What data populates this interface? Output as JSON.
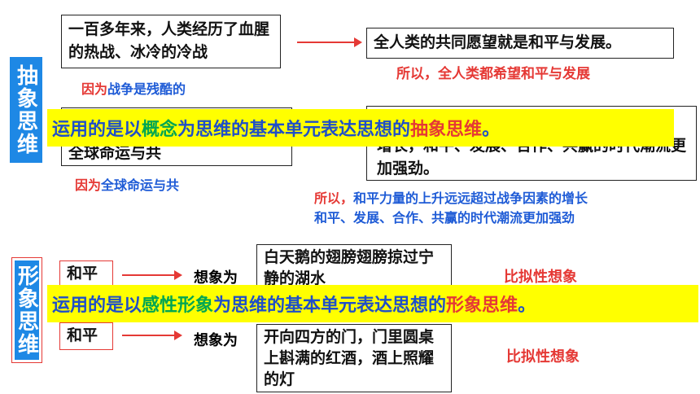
{
  "section_abstract": {
    "side_label": "抽象思维",
    "box1_text": "一百多年来，人类经历了血腥的热战、冰冷的冷战",
    "box2_text": "全人类的共同愿望就是和平与发展。",
    "red_note": "所以，全人类都希望和平与发展",
    "reason1_prefix": "因为",
    "reason1_text": "战争是残酷的",
    "box3_text": "全球命运与共",
    "reason2_prefix": "因为",
    "reason2_text": "全球命运与共",
    "box4_text": "增长，和平、发展、合作、共赢的时代潮流更加强劲。",
    "note_prefix": "所以，",
    "note_line1": "和平力量的上升远远超过战争因素的增长",
    "note_line2": "和平、发展、合作、共赢的时代潮流更加强劲",
    "banner": {
      "part1": "运用的是以",
      "part2": "概念",
      "part3": "为思维的基本单元表达思想的",
      "part4": "抽象思维",
      "part5": "。"
    }
  },
  "section_image": {
    "side_label": "形象思维",
    "row1_term": "和平",
    "row1_verb": "想象为",
    "row1_text": "白天鹅的翅膀翅膀掠过宁静的湖水",
    "row1_note": "比拟性想象",
    "row2_term": "和平",
    "row2_verb": "想象为",
    "row2_text": "开向四方的门，门里圆桌上斟满的红酒，酒上照耀的灯",
    "row2_note": "比拟性想象",
    "banner": {
      "part1": "运用的是以",
      "part2": "感性形象",
      "part3": "为思维的基本单元表达思想的",
      "part4": "形象思维",
      "part5": "。"
    }
  },
  "colors": {
    "accent_blue": "#1e88e5",
    "red": "#e53935",
    "banner_yellow": "#ffff00",
    "green": "#00a651"
  }
}
